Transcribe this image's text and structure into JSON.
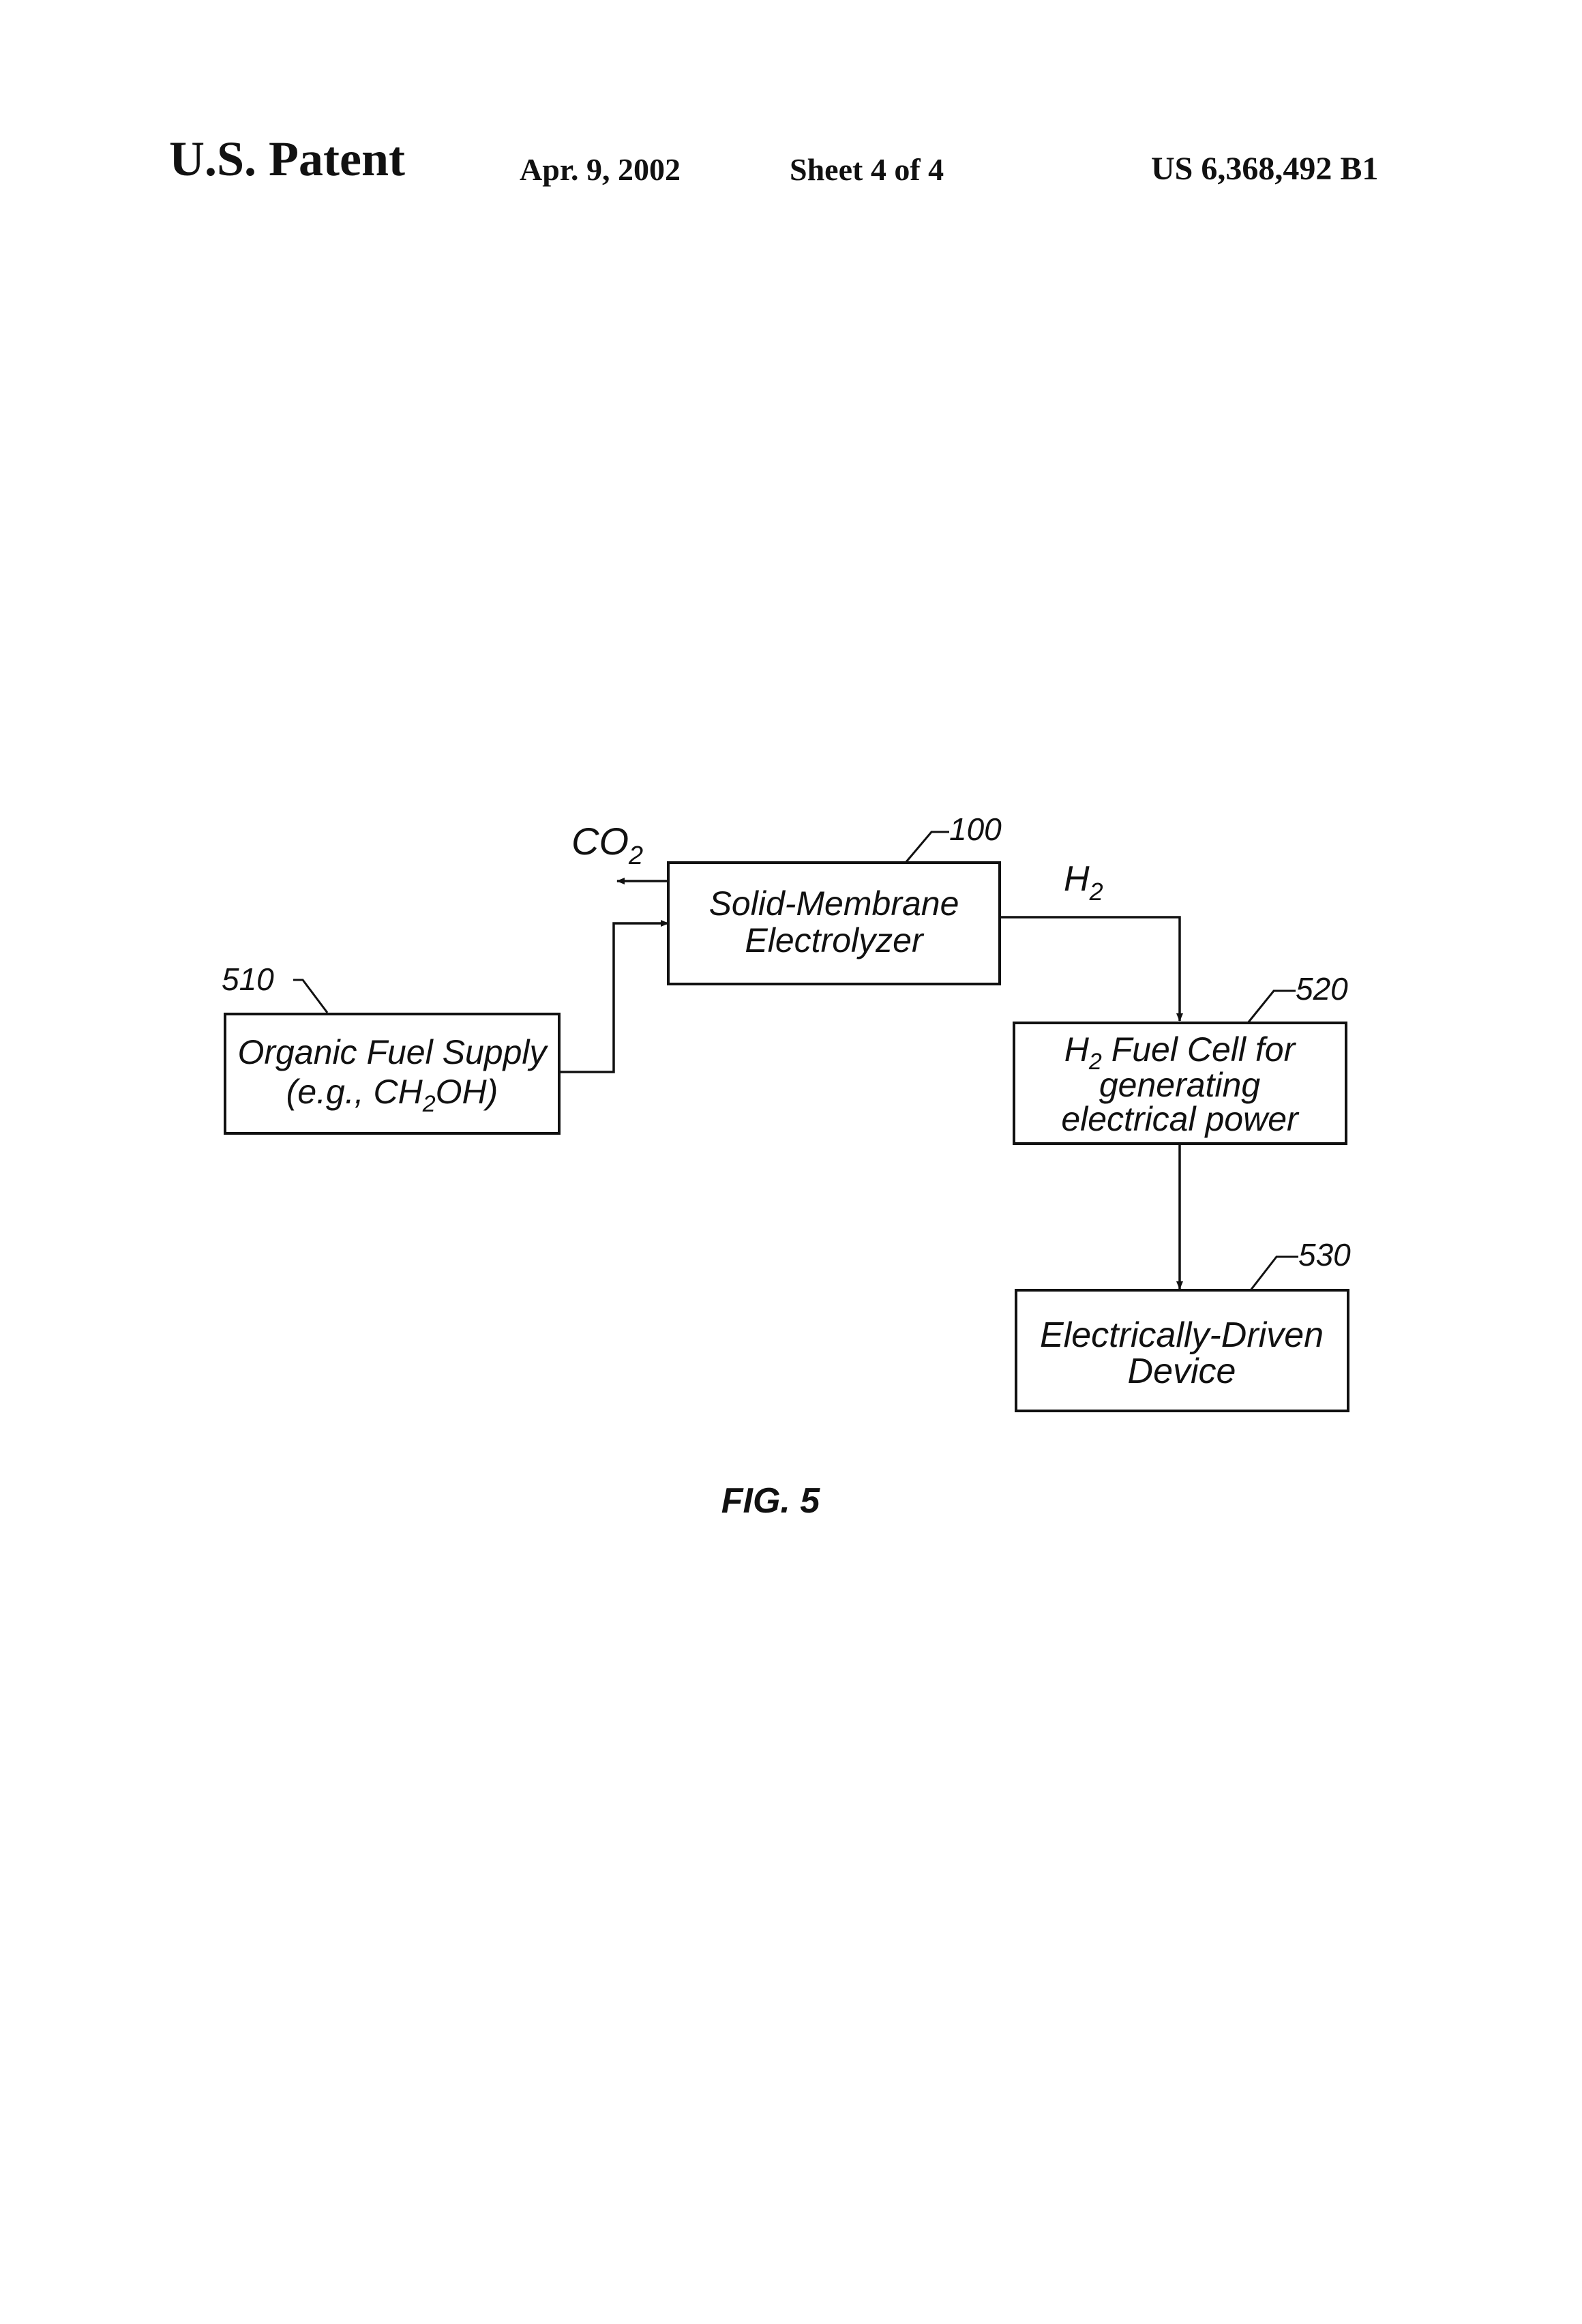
{
  "header": {
    "patent_label": "U.S. Patent",
    "date": "Apr. 9, 2002",
    "sheet": "Sheet 4 of 4",
    "patent_number": "US 6,368,492 B1"
  },
  "diagram": {
    "co2_label": {
      "base": "CO",
      "sub": "2"
    },
    "h2_label": {
      "base": "H",
      "sub": "2"
    },
    "electrolyzer": {
      "ref": "100",
      "line1": "Solid-Membrane",
      "line2": "Electrolyzer"
    },
    "fuel_supply": {
      "ref": "510",
      "line1": "Organic Fuel Supply",
      "line2_pre": "(e.g., CH",
      "line2_sub": "2",
      "line2_post": "OH)"
    },
    "fuel_cell": {
      "ref": "520",
      "line1_base": "H",
      "line1_sub": "2",
      "line1_post": " Fuel Cell for",
      "line2": "generating",
      "line3": "electrical power"
    },
    "device": {
      "ref": "530",
      "line1": "Electrically-Driven",
      "line2": "Device"
    },
    "figure_label": "FIG. 5"
  }
}
